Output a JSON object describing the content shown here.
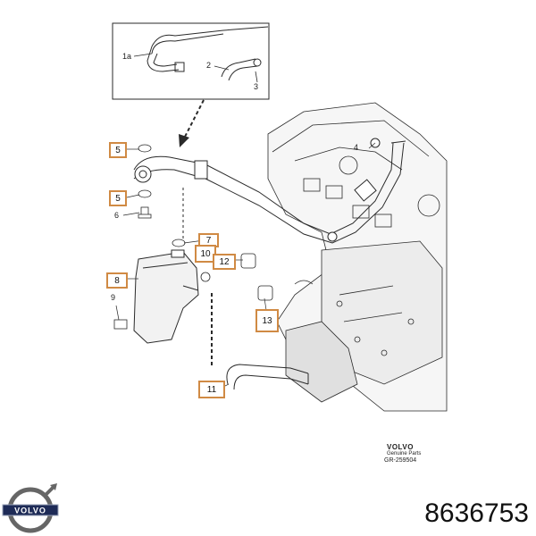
{
  "inset": {
    "labels": [
      "1a",
      "2",
      "3"
    ]
  },
  "callouts": {
    "boxed": [
      "5",
      "5",
      "7",
      "10",
      "12",
      "8",
      "13",
      "11"
    ],
    "plain": [
      "4",
      "6",
      "9"
    ]
  },
  "reference": {
    "brand": "VOLVO",
    "subtitle": "Genuine Parts",
    "code": "GR-259504"
  },
  "logo": {
    "text": "VOLVO"
  },
  "part_number": "8636753",
  "colors": {
    "callout_border": "#d08a44",
    "line_art": "#2a2a2a",
    "engine_shade": "#c8c8c8"
  }
}
